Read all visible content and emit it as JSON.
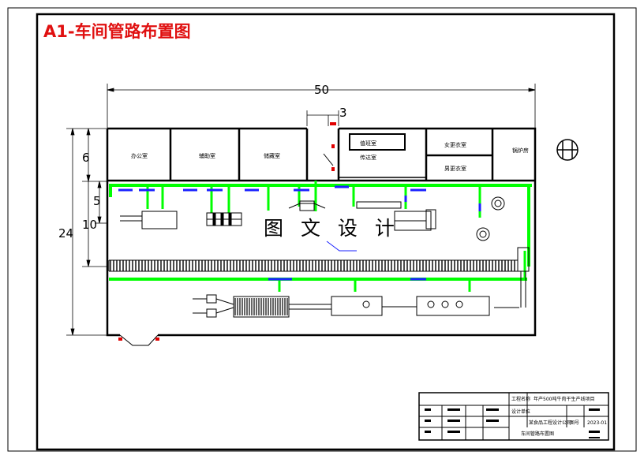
{
  "drawing": {
    "title": "A1-车间管路布置图",
    "watermark": "图 文 设 计"
  },
  "dimensions": {
    "total_width": "50",
    "door_width": "3",
    "office_depth": "6",
    "total_depth": "24",
    "aisle_depth": "5",
    "line_depth": "10"
  },
  "rooms": {
    "office": "办公室",
    "room2": "辅助室",
    "room3": "储藏室",
    "room4": "值班室",
    "room5": "传达室",
    "female_changing": "女更衣室",
    "male_changing": "男更衣室",
    "boiler": "锅炉房"
  },
  "title_block": {
    "project": "年产500吨牛肉干生产线项目",
    "drawing_name": "车间管路布置图",
    "label_design": "工程名称",
    "label_unit": "设计单位",
    "unit_name": "某食品工程设计公司",
    "label_drawing_no": "图号",
    "drawing_no": "2023-01"
  },
  "colors": {
    "water_pipe": "#00ff00",
    "steam_pipe": "#0000ff",
    "title": "#e01010",
    "fitting": "#ff0000"
  }
}
